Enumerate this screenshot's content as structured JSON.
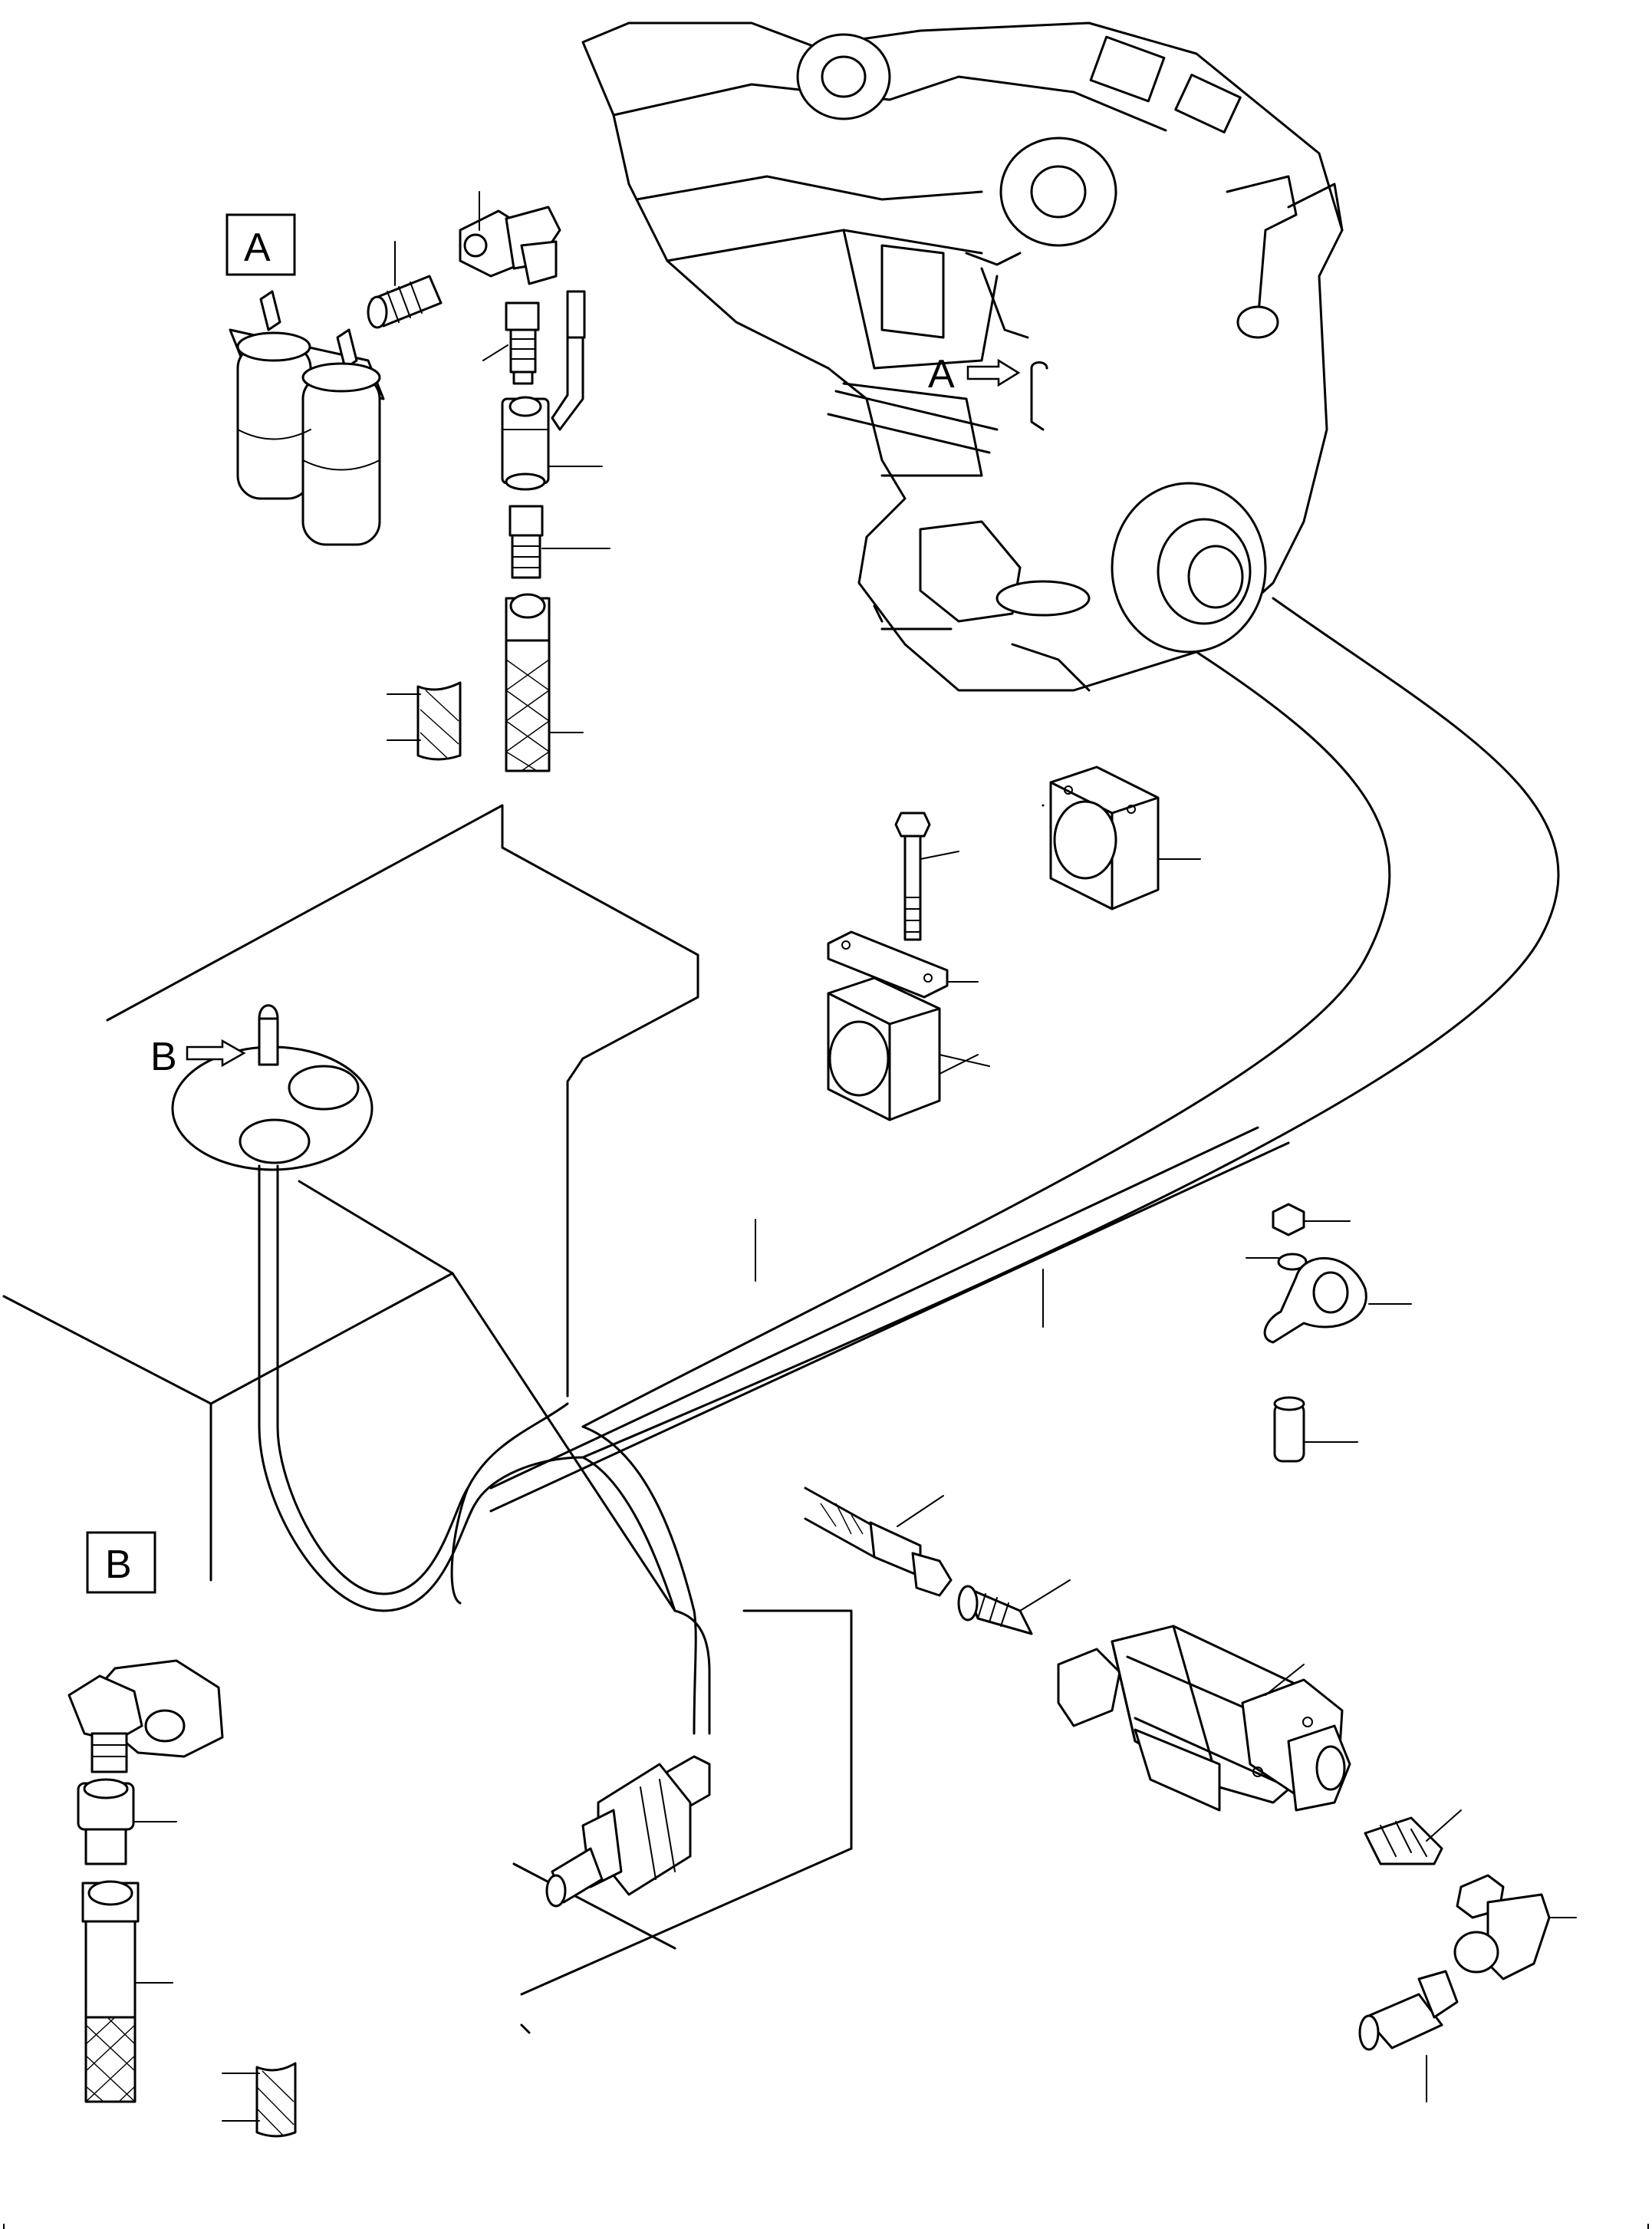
{
  "callouts": {
    "detail_a_label": "A",
    "detail_b_label": "B",
    "pointer_a_label": "A",
    "pointer_b_label": "B"
  },
  "icons": {
    "engine": "engine-illustration-icon",
    "fuel_filter": "fuel-filter-icon",
    "tank": "fuel-tank-icon",
    "pump": "fuel-pump-icon",
    "hose": "hose-icon",
    "clamp": "clamp-icon",
    "bolt": "bolt-icon",
    "fitting": "fitting-icon",
    "arrow": "arrow-icon"
  },
  "colors": {
    "stroke": "#000000",
    "background": "#ffffff"
  }
}
